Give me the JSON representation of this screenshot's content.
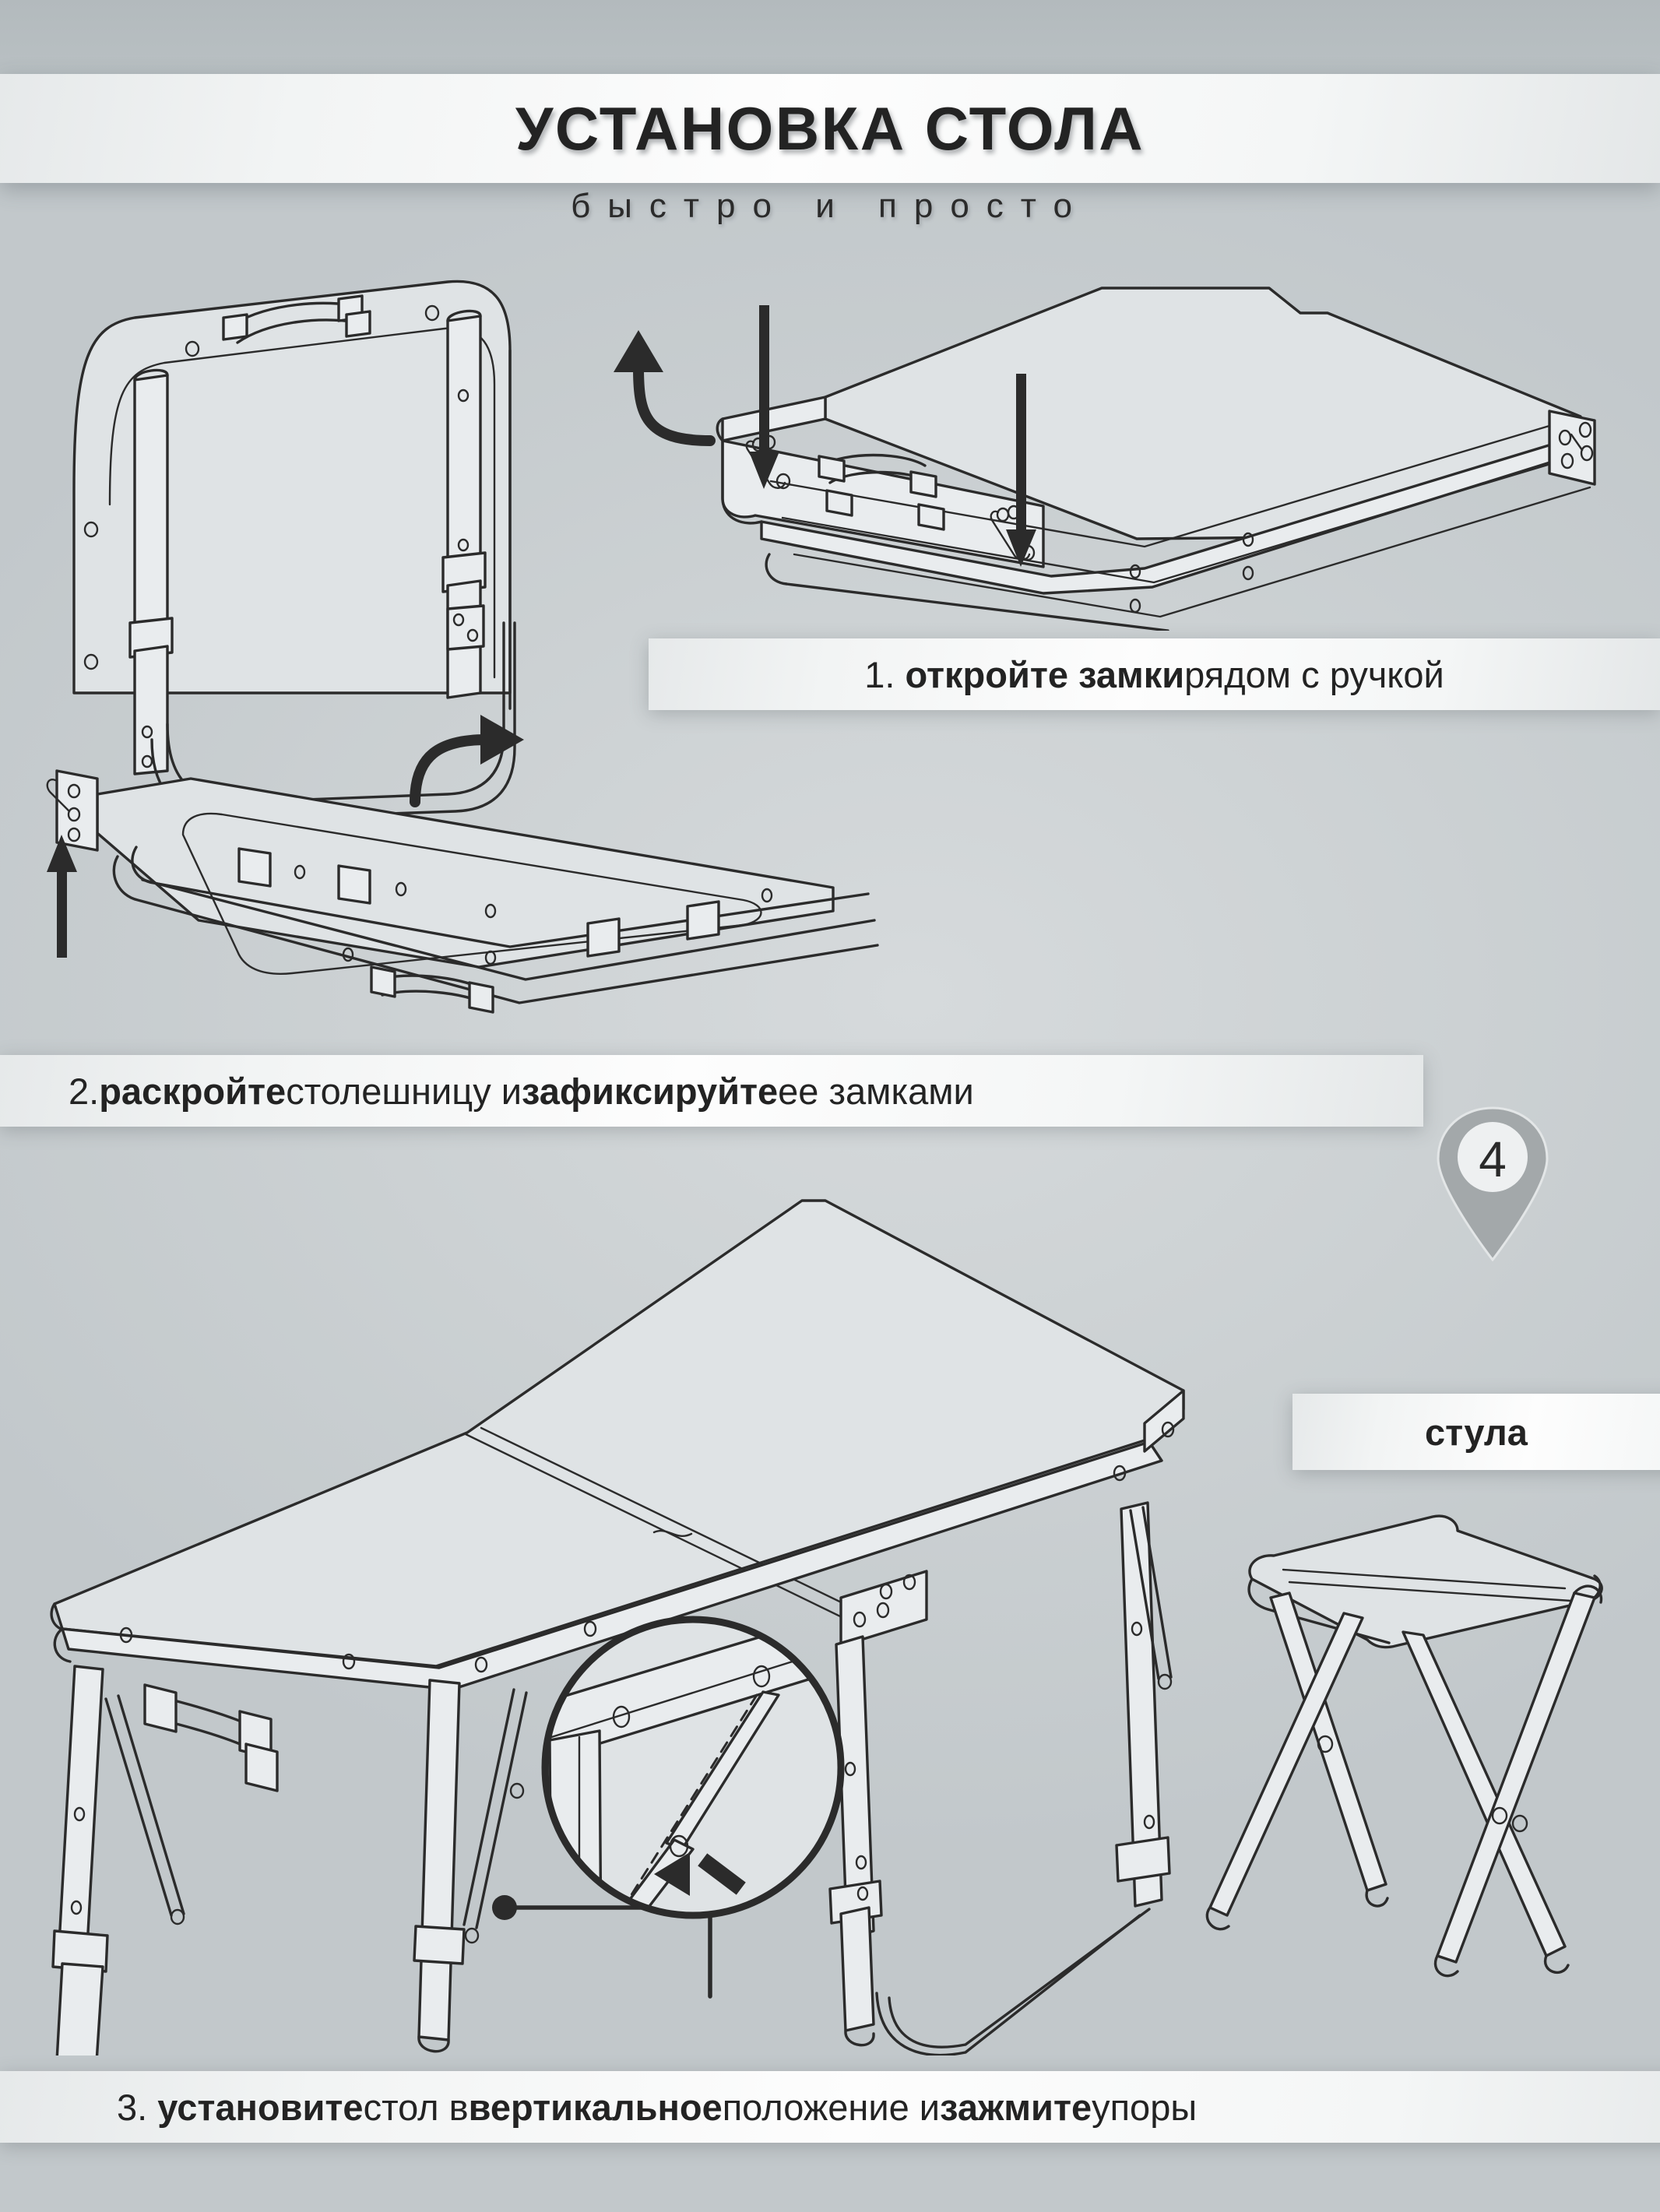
{
  "header": {
    "title": "УСТАНОВКА СТОЛА",
    "subtitle": "быстро и просто"
  },
  "steps": [
    {
      "number": "1.",
      "bold_1": "откройте замки",
      "rest_1": " рядом с ручкой",
      "full": "1. откройте замки рядом с ручкой"
    },
    {
      "number": "2.",
      "bold_1": "раскройте",
      "mid_1": " столешницу и ",
      "bold_2": "зафиксируйте",
      "rest_1": " ее замками",
      "full": "2.раскройте столешницу и зафиксируйте ее замками"
    },
    {
      "number": "3.",
      "bold_1": "установите",
      "mid_1": " стол в ",
      "bold_2": "вертикальное",
      "mid_2": " положение и ",
      "bold_3": "зажмите",
      "rest_1": " упоры",
      "full": "3. установите стол в вертикальное положение и зажмите упоры"
    }
  ],
  "badge": {
    "count": "4",
    "label": "стула"
  },
  "illustrations": {
    "folded_table": "folded-table-with-latches-and-handle",
    "open_frame": "table-frame-half-open",
    "assembled_table": "assembled-folding-table",
    "stool": "folding-stool",
    "detail_zoom": "support-brace-detail"
  },
  "colors": {
    "background_top": "#b7bec1",
    "background_body": "#cdd2d4",
    "banner_light": "#fdfdfd",
    "ink": "#2b2b2b",
    "pin_fill": "#a2a7a9",
    "pin_inner": "#eef0f1"
  }
}
